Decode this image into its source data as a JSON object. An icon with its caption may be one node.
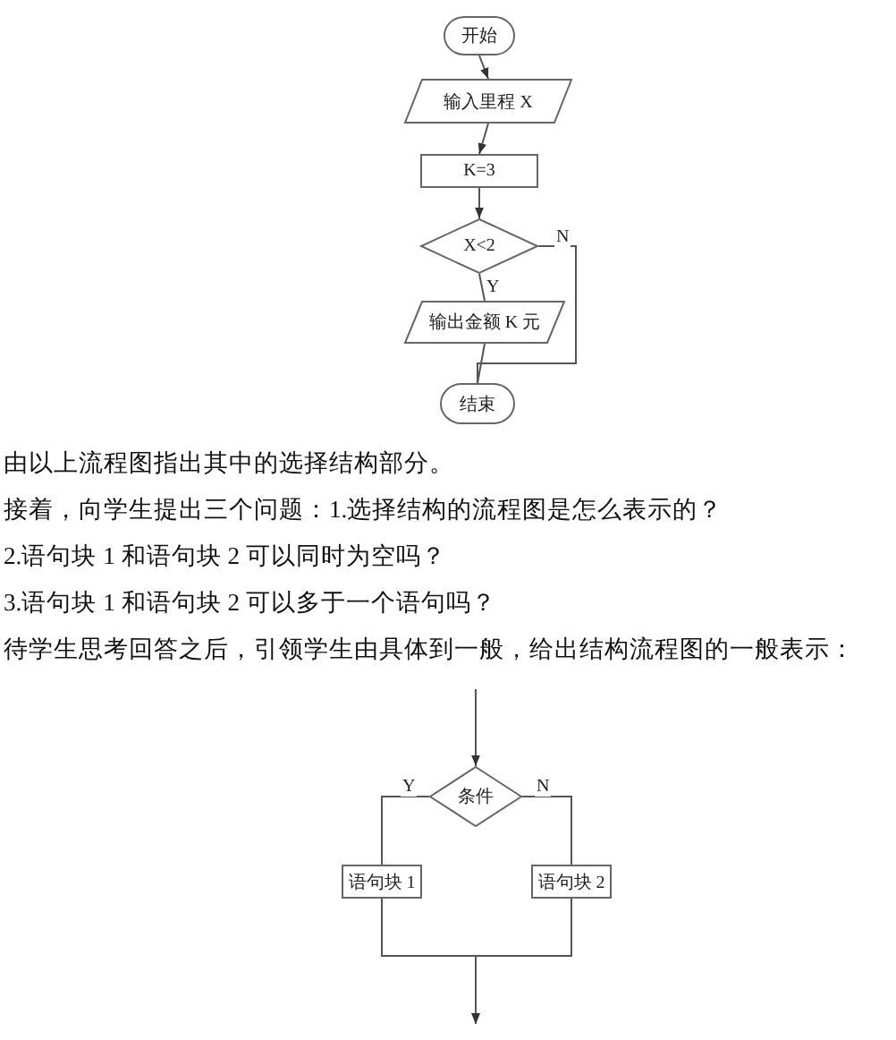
{
  "diagram": {
    "nodes": [
      {
        "text": [
          "开始"
        ]
      },
      {
        "text": [
          "输入里程 X"
        ]
      },
      {
        "text": [
          "K=3"
        ]
      },
      {
        "text": [
          "X<2"
        ]
      },
      {
        "text": [
          "输出金额 K 元"
        ]
      },
      {
        "text": [
          "结束"
        ]
      },
      {
        "text": [
          "条件"
        ]
      },
      {
        "text": [
          "语句块 1"
        ]
      },
      {
        "text": [
          "语句块 2"
        ]
      }
    ],
    "edges": [
      {
        "from": 0,
        "to": 1,
        "arrow": "to"
      },
      {
        "from": 1,
        "to": 2,
        "arrow": "to"
      },
      {
        "from": 2,
        "to": 3,
        "arrow": "to"
      },
      {
        "from": 3,
        "to": 4,
        "arrow": "none",
        "label": "Y"
      },
      {
        "from": 3,
        "to": 5,
        "arrow": "none",
        "label": "N"
      },
      {
        "from": 4,
        "to": 5,
        "arrow": "none"
      },
      {
        "from": null,
        "to": 6,
        "arrow": "to"
      },
      {
        "from": 6,
        "to": 7,
        "arrow": "none",
        "label": "Y"
      },
      {
        "from": 6,
        "to": 8,
        "arrow": "none",
        "label": "N"
      },
      {
        "from": 7,
        "to": null,
        "arrow": "to"
      },
      {
        "from": 8,
        "to": null,
        "arrow": "to"
      }
    ],
    "labels": [
      "由以上流程图指出其中的选择结构部分。",
      "接着，向学生提出三个问题：1.选择结构的流程图是怎么表示的？",
      "2.语句块 1 和语句块 2 可以同时为空吗？",
      "3.语句块 1 和语句块 2 可以多于一个语句吗？",
      "待学生思考回答之后，引领学生由具体到一般，给出结构流程图的一般表示："
    ]
  }
}
